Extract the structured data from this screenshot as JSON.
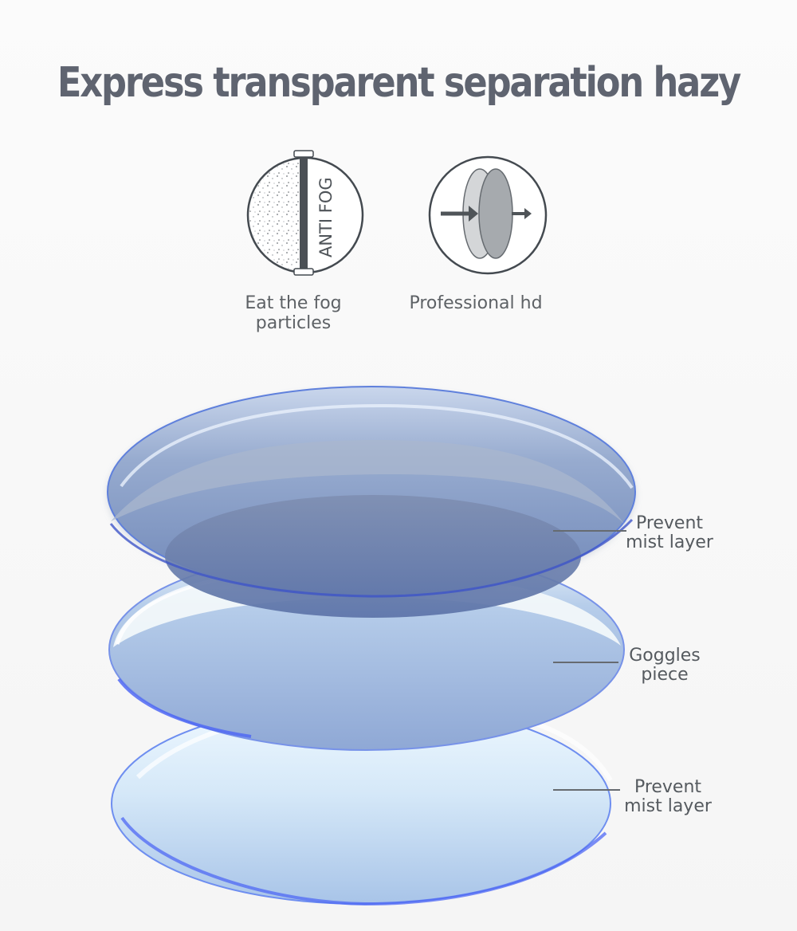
{
  "title": "Express transparent separation hazy",
  "features": [
    {
      "icon": "anti-fog-icon",
      "icon_text": "ANTI FOG",
      "caption_line1": "Eat the fog",
      "caption_line2": "particles"
    },
    {
      "icon": "hd-layers-icon",
      "caption": "Professional hd"
    }
  ],
  "layers": [
    {
      "label_line1": "Prevent",
      "label_line2": "mist layer"
    },
    {
      "label_line1": "Goggles",
      "label_line2": "piece"
    },
    {
      "label_line1": "Prevent",
      "label_line2": "mist layer"
    }
  ],
  "colors": {
    "title": "#5f6470",
    "text": "#5e6266",
    "lens_top": "#8aa2d1",
    "lens_middle": "#b9cdee",
    "lens_bottom": "#d5e6f8"
  }
}
